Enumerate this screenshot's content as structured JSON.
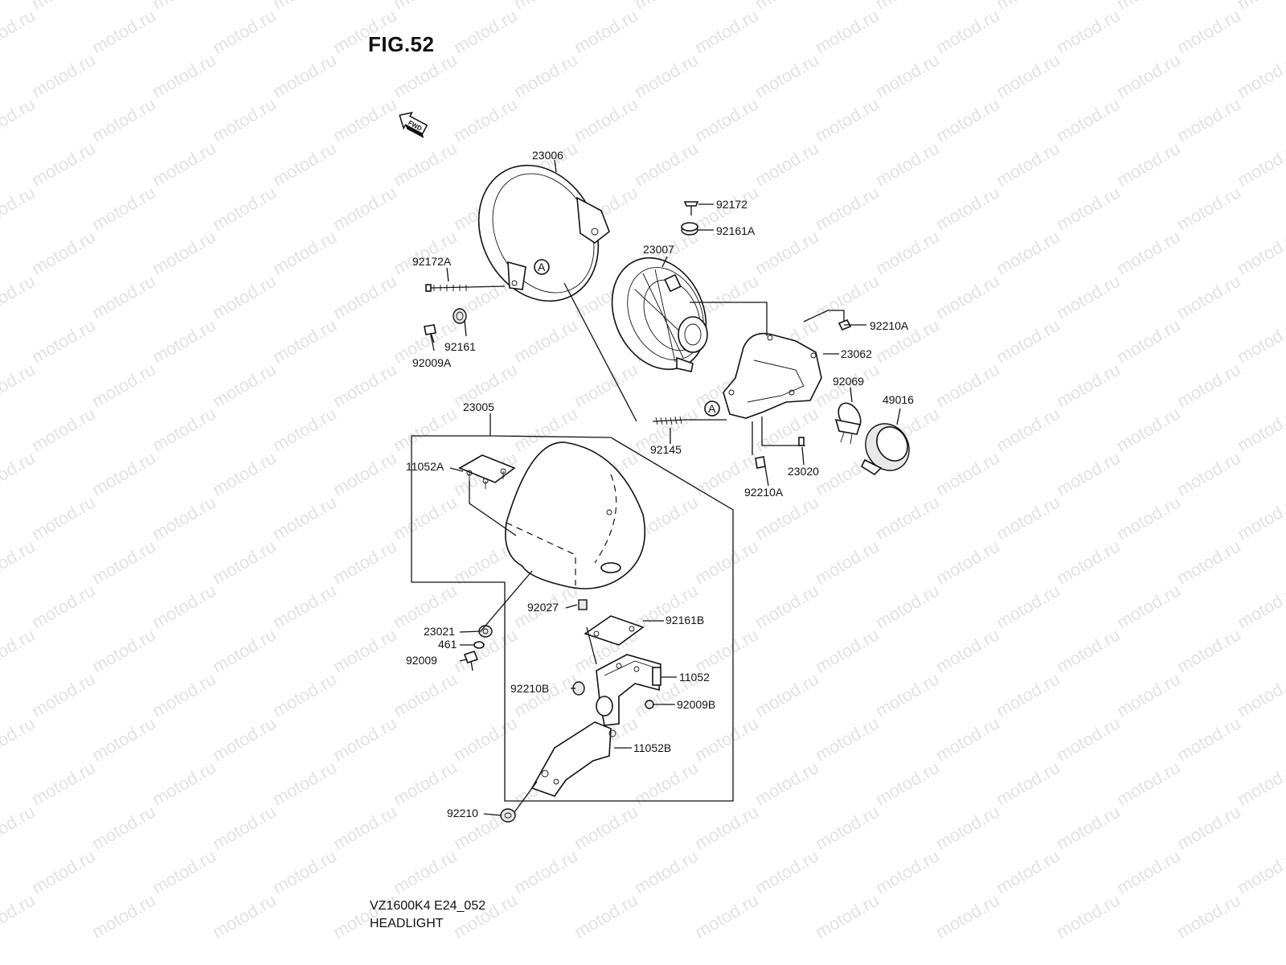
{
  "figure": {
    "title": "FIG.52",
    "model_code": "VZ1600K4 E24_052",
    "section_name": "HEADLIGHT",
    "fwd_label": "FWD",
    "reference_mark": "A",
    "watermark": "motod.ru"
  },
  "parts": [
    {
      "id": "23006",
      "label": "23006"
    },
    {
      "id": "92172",
      "label": "92172"
    },
    {
      "id": "92161A",
      "label": "92161A"
    },
    {
      "id": "23007",
      "label": "23007"
    },
    {
      "id": "92172A",
      "label": "92172A"
    },
    {
      "id": "92210A-top",
      "label": "92210A"
    },
    {
      "id": "23062",
      "label": "23062"
    },
    {
      "id": "92161",
      "label": "92161"
    },
    {
      "id": "92009A",
      "label": "92009A"
    },
    {
      "id": "92069",
      "label": "92069"
    },
    {
      "id": "49016",
      "label": "49016"
    },
    {
      "id": "23005",
      "label": "23005"
    },
    {
      "id": "92145",
      "label": "92145"
    },
    {
      "id": "11052A",
      "label": "11052A"
    },
    {
      "id": "23020",
      "label": "23020"
    },
    {
      "id": "92210A-bottom",
      "label": "92210A"
    },
    {
      "id": "92027",
      "label": "92027"
    },
    {
      "id": "92161B",
      "label": "92161B"
    },
    {
      "id": "23021",
      "label": "23021"
    },
    {
      "id": "461",
      "label": "461"
    },
    {
      "id": "92009",
      "label": "92009"
    },
    {
      "id": "11052",
      "label": "11052"
    },
    {
      "id": "92210B",
      "label": "92210B"
    },
    {
      "id": "92009B",
      "label": "92009B"
    },
    {
      "id": "11052B",
      "label": "11052B"
    },
    {
      "id": "92210",
      "label": "92210"
    }
  ]
}
